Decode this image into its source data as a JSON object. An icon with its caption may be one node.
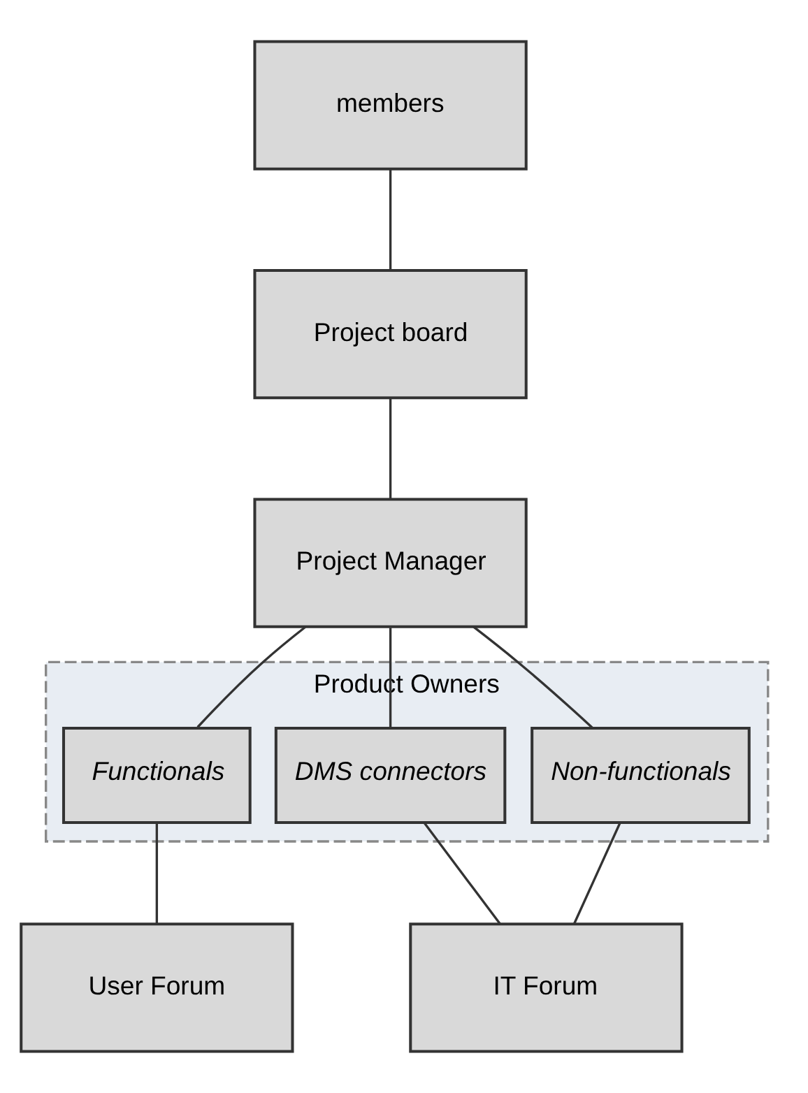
{
  "diagram": {
    "nodes": [
      {
        "text": [
          "members"
        ]
      },
      {
        "text": [
          "Project board"
        ]
      },
      {
        "text": [
          "Project Manager"
        ]
      },
      {
        "text": [
          "Product Owners"
        ]
      },
      {
        "text": [
          "Functionals"
        ],
        "in": 3
      },
      {
        "text": [
          "DMS connectors"
        ],
        "in": 3
      },
      {
        "text": [
          "Non-functionals"
        ],
        "in": 3
      },
      {
        "text": [
          "User Forum"
        ]
      },
      {
        "text": [
          "IT Forum"
        ]
      }
    ],
    "edges": [
      {
        "from": 0,
        "to": 1,
        "arrow": "none"
      },
      {
        "from": 1,
        "to": 2,
        "arrow": "none"
      },
      {
        "from": 2,
        "to": 4,
        "arrow": "none"
      },
      {
        "from": 2,
        "to": 5,
        "arrow": "none"
      },
      {
        "from": 2,
        "to": 6,
        "arrow": "none"
      },
      {
        "from": 4,
        "to": 7,
        "arrow": "none"
      },
      {
        "from": 5,
        "to": 8,
        "arrow": "none"
      },
      {
        "from": 6,
        "to": 8,
        "arrow": "none"
      }
    ]
  }
}
